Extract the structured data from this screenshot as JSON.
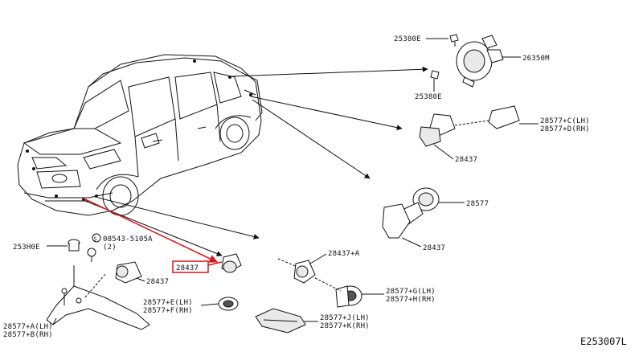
{
  "diagram": {
    "reference_code": "E253007L",
    "colors": {
      "ink": "#111111",
      "highlight": "#d8161b",
      "background": "#ffffff"
    },
    "labels": {
      "p25380e_top": "25380E",
      "p26350m": "26350M",
      "p25380e_bottom": "25380E",
      "p28577_cd": [
        "28577+C(LH)",
        "28577+D(RH)"
      ],
      "p28437_side": "28437",
      "p28577_rear": "28577",
      "p28437_rear": "28437",
      "p253h0e": "253H0E",
      "screw_code": "08543-5105A",
      "screw_qty": "(2)",
      "p28437_front_left": "28437",
      "p28437_highlighted": "28437",
      "p28577_ef": [
        "28577+E(LH)",
        "28577+F(RH)"
      ],
      "p28577_ab": [
        "28577+A(LH)",
        "28577+B(RH)"
      ],
      "p28437_a": "28437+A",
      "p28577_gh": [
        "28577+G(LH)",
        "28577+H(RH)"
      ],
      "p28577_jk": [
        "28577+J(LH)",
        "28577+K(RH)"
      ]
    }
  }
}
